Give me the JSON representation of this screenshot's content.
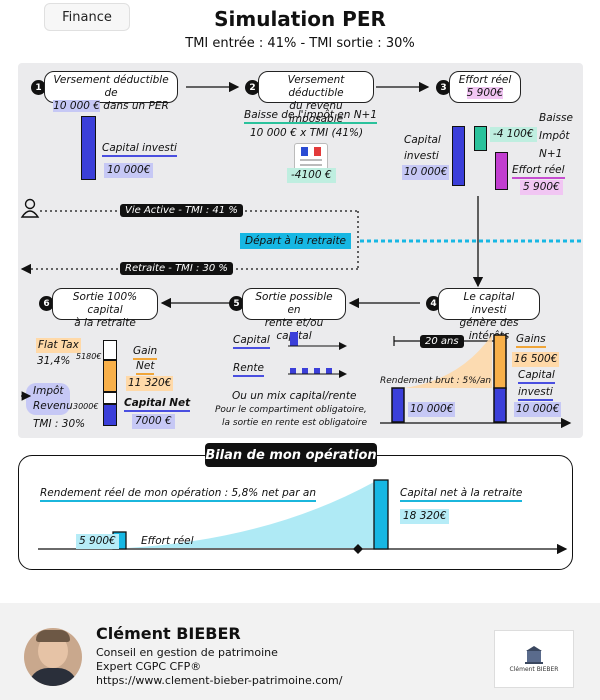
{
  "header": {
    "tag": "Finance",
    "title": "Simulation PER",
    "subtitle": "TMI entrée : 41% - TMI sortie : 30%"
  },
  "step1": {
    "num": "1",
    "line1": "Versement déductible de",
    "amount": "10 000 €",
    "line2": " dans un PER"
  },
  "step2": {
    "num": "2",
    "line1": "Versement déductible",
    "line2": "du revenu imposable"
  },
  "step3": {
    "num": "3",
    "line1": "Effort réel",
    "amount": "5 900€"
  },
  "capital_investi_1": {
    "label": "Capital investi",
    "value": "10 000€"
  },
  "tax_calc": {
    "line1": "Baisse de l'impôt en N+1",
    "line2": "10 000 € x TMI (41%)",
    "value": "-4100 €"
  },
  "step3_detail": {
    "capital_label1": "Capital",
    "capital_label2": "investi",
    "capital_value": "10 000€",
    "drop_value": "-4 100€",
    "baisse_1": "Baisse",
    "baisse_2": "Impôt",
    "baisse_3": "N+1",
    "effort_label": "Effort réel",
    "effort_value": "5 900€"
  },
  "phases": {
    "active": "Vie Active - TMI : 41 %",
    "retirement_start": "Départ à la retraite",
    "retirement": "Retraite - TMI : 30 %"
  },
  "step4": {
    "num": "4",
    "line1": "Le capital investi",
    "line2": "génère des intérêts"
  },
  "step5": {
    "num": "5",
    "line1": "Sortie possible en",
    "line2": "rente et/ou capital"
  },
  "step6": {
    "num": "6",
    "line1": "Sortie 100% capital",
    "line2": "à la retraite"
  },
  "step4_detail": {
    "duration": "20 ans",
    "yield": "Rendement brut : 5%/an",
    "start_value": "10 000€",
    "gains_label": "Gains",
    "gains_value": "16 500€",
    "capital_label1": "Capital",
    "capital_label2": "investi",
    "capital_value": "10 000€"
  },
  "step5_detail": {
    "capital": "Capital",
    "rente": "Rente",
    "note1": "Ou un mix capital/rente",
    "note2": "Pour le compartiment obligatoire,",
    "note3": "la sortie en rente est obligatoire"
  },
  "step6_detail": {
    "flat_tax": "Flat Tax",
    "flat_rate": "31,4%",
    "flat_amount": "5180€",
    "gain_label1": "Gain",
    "gain_label2": "Net",
    "gain_value": "11 320€",
    "impot_label1": "Impôt",
    "impot_label2": "Revenu",
    "impot_amount": "3000€",
    "tmi": "TMI : 30%",
    "capital_net_label": "Capital Net",
    "capital_net_value": "7000 €"
  },
  "bilan": {
    "title": "Bilan de mon opération",
    "rendement": "Rendement réel de mon opération : 5,8% net par an",
    "capital_label": "Capital net à la retraite",
    "capital_value": "18 320€",
    "effort_value": "5 900€",
    "effort_label": "Effort réel"
  },
  "footer": {
    "name": "Clément BIEBER",
    "role": "Conseil en gestion de patrimoine",
    "cert": "Expert CGPC CFP®",
    "url": "https://www.clement-bieber-patrimoine.com/",
    "logo_text": "Clément BIEBER"
  },
  "colors": {
    "blue": "#3b3fd9",
    "cyan": "#17b7e3",
    "green": "#2bc29c",
    "pink": "#c13ed0",
    "orange": "#f8b04a"
  }
}
